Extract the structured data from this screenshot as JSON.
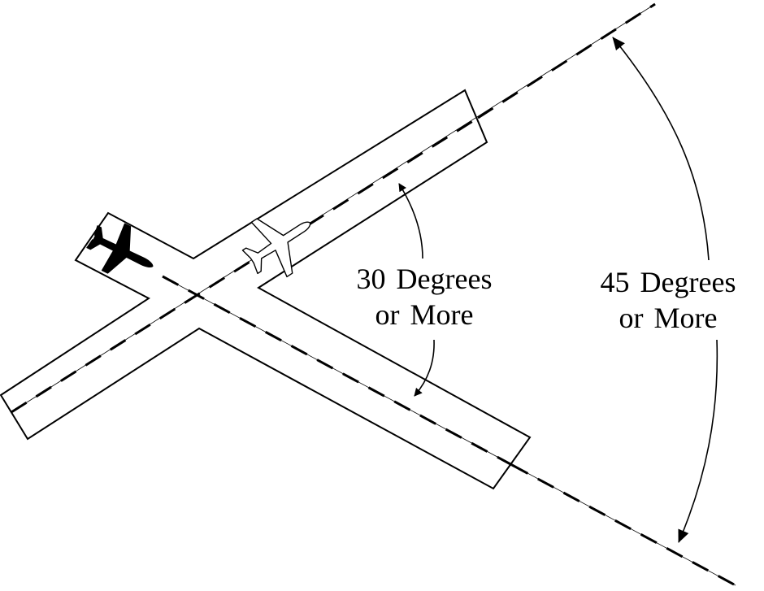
{
  "labels": {
    "inner_angle": {
      "line1": "30 Degrees",
      "line2": "or More"
    },
    "outer_angle": {
      "line1": "45 Degrees",
      "line2": "or More"
    }
  },
  "icons": {
    "parked_aircraft": "airplane-silhouette-icon",
    "departing_aircraft": "airplane-outline-icon"
  },
  "colors": {
    "stroke": "#000000",
    "background": "#ffffff"
  }
}
